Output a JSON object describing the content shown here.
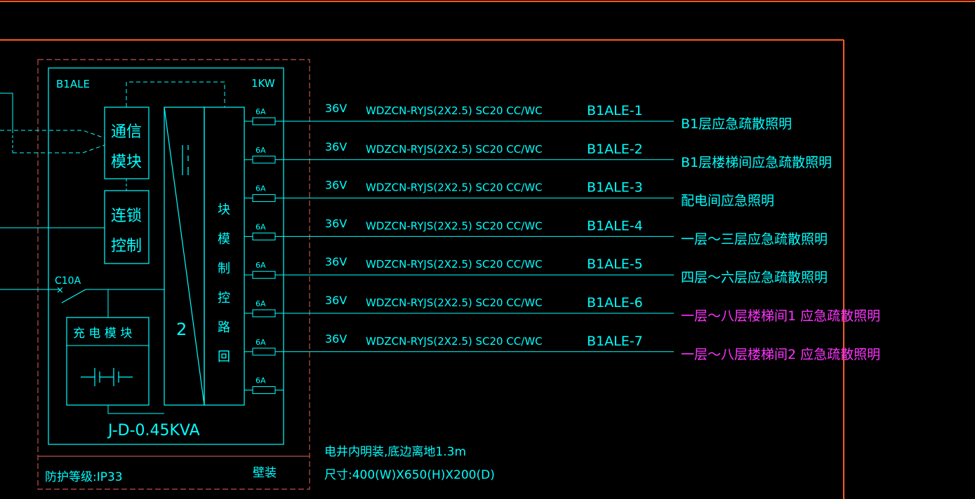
{
  "panel": {
    "id": "B1ALE",
    "power": "1KW",
    "comm_module": [
      "通信",
      "模块"
    ],
    "interlock": [
      "连锁",
      "控制"
    ],
    "breaker": "C10A",
    "charger": "充 电 模 块",
    "bus_label": "2",
    "circuit_module": [
      "回",
      "路",
      "控",
      "制",
      "模",
      "块"
    ],
    "inverter": "J-D-0.45KVA",
    "protection": "防护等级:IP33",
    "mount": "壁装"
  },
  "circuits": [
    {
      "fuse": "6A",
      "voltage": "36V",
      "cable": "WDZCN-RYJS(2X2.5) SC20 CC/WC",
      "id": "B1ALE-1",
      "desc": "B1层应急疏散照明",
      "color": "#00ffff"
    },
    {
      "fuse": "6A",
      "voltage": "36V",
      "cable": "WDZCN-RYJS(2X2.5) SC20 CC/WC",
      "id": "B1ALE-2",
      "desc": "B1层楼梯间应急疏散照明",
      "color": "#00ffff"
    },
    {
      "fuse": "6A",
      "voltage": "36V",
      "cable": "WDZCN-RYJS(2X2.5) SC20 CC/WC",
      "id": "B1ALE-3",
      "desc": "配电间应急照明",
      "color": "#00ffff"
    },
    {
      "fuse": "6A",
      "voltage": "36V",
      "cable": "WDZCN-RYJS(2X2.5) SC20 CC/WC",
      "id": "B1ALE-4",
      "desc": "一层～三层应急疏散照明",
      "color": "#00ffff"
    },
    {
      "fuse": "6A",
      "voltage": "36V",
      "cable": "WDZCN-RYJS(2X2.5) SC20 CC/WC",
      "id": "B1ALE-5",
      "desc": "四层～六层应急疏散照明",
      "color": "#00ffff"
    },
    {
      "fuse": "6A",
      "voltage": "36V",
      "cable": "WDZCN-RYJS(2X2.5) SC20 CC/WC",
      "id": "B1ALE-6",
      "desc": "一层～八层楼梯间1 应急疏散照明",
      "color": "#ff33ff"
    },
    {
      "fuse": "6A",
      "voltage": "36V",
      "cable": "WDZCN-RYJS(2X2.5) SC20 CC/WC",
      "id": "B1ALE-7",
      "desc": "一层～八层楼梯间2 应急疏散照明",
      "color": "#ff33ff"
    },
    {
      "fuse": "6A",
      "voltage": "",
      "cable": "",
      "id": "",
      "desc": "",
      "color": "#00ffff"
    }
  ],
  "notes": {
    "install": "电井内明装,底边离地1.3m",
    "size": "尺寸:400(W)X650(H)X200(D)"
  },
  "colors": {
    "line": "#00ffff",
    "frame": "#ff5a1e",
    "dashed_box": "#c0504d",
    "magenta": "#ff33ff"
  }
}
